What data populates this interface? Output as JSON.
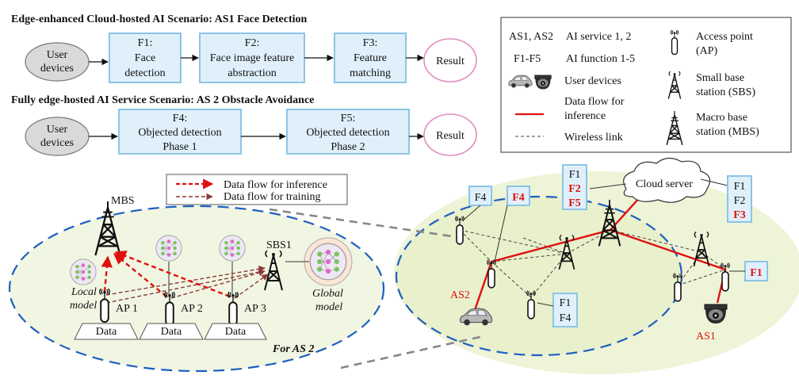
{
  "scenario1": {
    "title": "Edge-enhanced Cloud-hosted AI Scenario: AS1 Face Detection",
    "user": [
      "User",
      "devices"
    ],
    "f1": [
      "F1:",
      "Face",
      "detection"
    ],
    "f2": [
      "F2:",
      "Face image feature",
      "abstraction"
    ],
    "f3": [
      "F3:",
      "Feature",
      "matching"
    ],
    "result": "Result"
  },
  "scenario2": {
    "title": "Fully edge-hosted AI Service Scenario: AS 2 Obstacle Avoidance",
    "user": [
      "User",
      "devices"
    ],
    "f4": [
      "F4:",
      "Objected detection",
      "Phase 1"
    ],
    "f5": [
      "F5:",
      "Objected detection",
      "Phase 2"
    ],
    "result": "Result"
  },
  "legend": {
    "as_key": "AS1, AS2",
    "as_val": "AI service 1, 2",
    "f_key": "F1-F5",
    "f_val": "AI function 1-5",
    "user_val": "User devices",
    "flow_val": [
      "Data flow for",
      "inference"
    ],
    "wireless_val": "Wireless link",
    "ap": [
      "Access point",
      "(AP)"
    ],
    "sbs": [
      "Small base",
      "station (SBS)"
    ],
    "mbs": [
      "Macro base",
      "station (MBS)"
    ]
  },
  "zoom": {
    "legend_inference": "Data flow for inference",
    "legend_training": "Data flow for training",
    "mbs": "MBS",
    "sbs1": "SBS1",
    "local_model": [
      "Local",
      "model"
    ],
    "global_model": [
      "Global",
      "model"
    ],
    "ap1": "AP 1",
    "ap2": "AP 2",
    "ap3": "AP 3",
    "data": "Data",
    "for_as2": "For AS 2"
  },
  "network": {
    "cloud": "Cloud server",
    "as1": "AS1",
    "as2": "AS2",
    "box_f4a": "F4",
    "box_f4b": "F4",
    "box_mbs": [
      "F1",
      "F2",
      "F5"
    ],
    "box_cloud": [
      "F1",
      "F2",
      "F3"
    ],
    "box_f1": "F1",
    "box_bottom": [
      "F1",
      "F4"
    ]
  },
  "colors": {
    "box_fill": "#dff0fb",
    "box_stroke": "#8cc4e6",
    "ellipse_gray": "#d9d9d9",
    "result_stroke": "#e08cc0",
    "area_green": "#eef4d8",
    "dash_blue": "#1f5fbf",
    "red": "#e01010",
    "train": "#8b3a3a"
  }
}
